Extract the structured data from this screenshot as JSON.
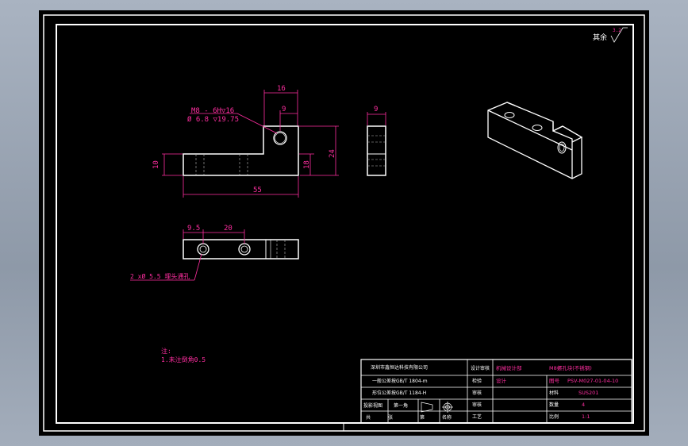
{
  "roughness": {
    "symbol_label": "其余",
    "value": "3.2"
  },
  "front_view": {
    "dim_16": "16",
    "dim_9": "9",
    "thread_callout_1": "M8 - 6H▽16",
    "thread_callout_2": "Ø 6.8 ▽19.75",
    "dim_10": "10",
    "dim_18": "18",
    "dim_24": "24",
    "dim_55": "55"
  },
  "side_view": {
    "dim_9": "9"
  },
  "top_view": {
    "dim_9_5": "9.5",
    "dim_20": "20",
    "hole_callout": "2 xØ 5.5 埋头通孔"
  },
  "notes": {
    "title": "注:",
    "line1": "1.未注倒角0.5"
  },
  "title_block": {
    "company": "深圳市鑫恒达科技有限公司",
    "tolerance_1": "一般公差按GB/T 1804-m",
    "tolerance_2": "形位公差按GB/T 1184-H",
    "label_drawing_no_role": "设计审核",
    "label_check": "检验",
    "label_approve": "审核",
    "label_process": "工艺",
    "project_role_label": "机械设计部",
    "product_name": "M8螺孔块(不锈钢)",
    "drawing_no_label": "图号",
    "drawing_no": "PSV-M027-01-04-10",
    "material_label": "材料",
    "material": "SUS201",
    "qty_label": "数量",
    "qty": "4",
    "scale_label": "比例",
    "scale": "1:1",
    "row_projection": "投影视图",
    "row_sheet": "第一角",
    "row_name_label": "名称",
    "row_count": "共",
    "row_page": "张",
    "row_sheet_no": "第",
    "reviewer_name": "审核",
    "designer_name": "设计"
  }
}
